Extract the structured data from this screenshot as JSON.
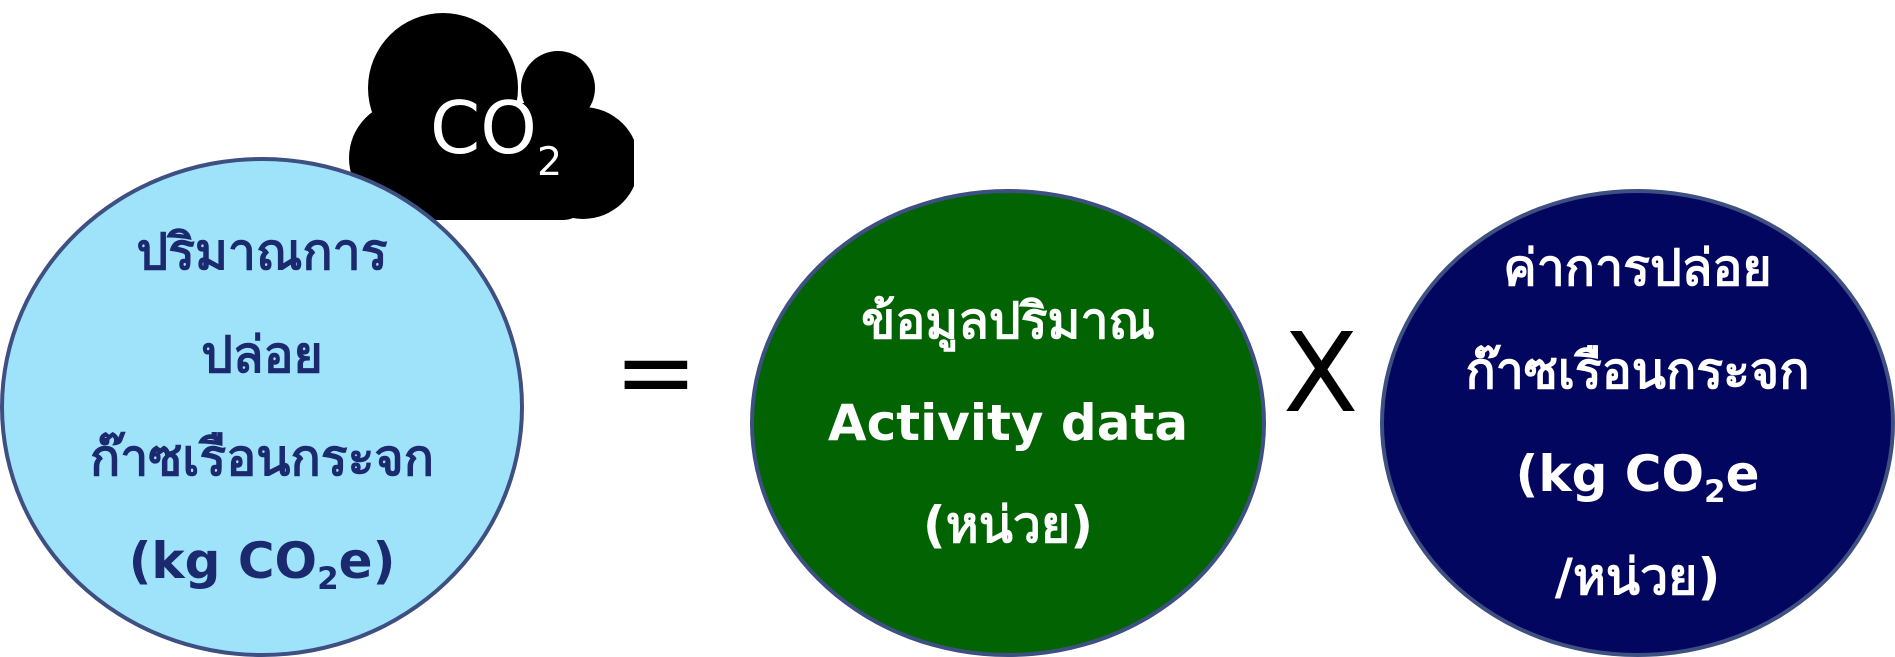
{
  "cloud": {
    "label": "CO",
    "sub": "2"
  },
  "left_circle": {
    "lines": [
      "ปริมาณการ",
      "ปล่อย",
      "ก๊าซเรือนกระจก"
    ],
    "unit_pre": "(kg CO",
    "unit_sub": "2",
    "unit_post": "e)"
  },
  "equals_symbol": "=",
  "middle_circle": {
    "lines": [
      "ข้อมูลปริมาณ",
      "Activity data",
      "(หน่วย)"
    ]
  },
  "times_symbol": "X",
  "right_circle": {
    "lines": [
      "ค่าการปล่อย",
      "ก๊าซเรือนกระจก"
    ],
    "unit_pre": "(kg CO",
    "unit_sub": "2",
    "unit_post": "e",
    "last_line": "/หน่วย)"
  },
  "colors": {
    "left_fill": "#9fe3fb",
    "middle_fill": "#026302",
    "right_fill": "#03065f",
    "border": "#3e4f82",
    "cloud": "#000000"
  }
}
